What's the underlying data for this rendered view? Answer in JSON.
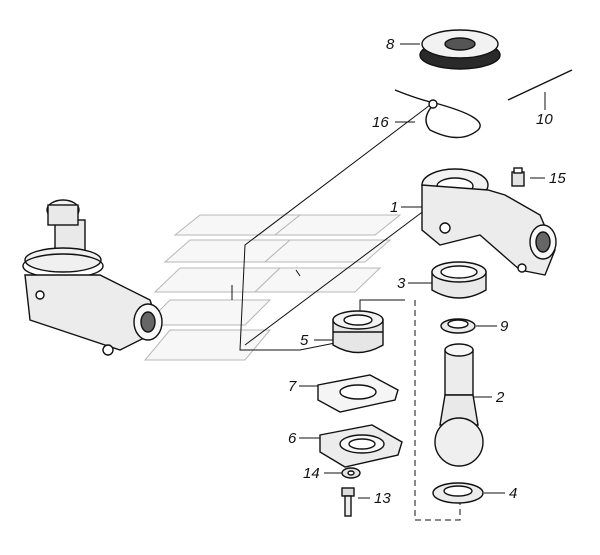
{
  "diagram": {
    "parts": [
      {
        "id": "1",
        "label": "1"
      },
      {
        "id": "2",
        "label": "2"
      },
      {
        "id": "3",
        "label": "3"
      },
      {
        "id": "4",
        "label": "4"
      },
      {
        "id": "5",
        "label": "5"
      },
      {
        "id": "6",
        "label": "6"
      },
      {
        "id": "7",
        "label": "7"
      },
      {
        "id": "8",
        "label": "8"
      },
      {
        "id": "9",
        "label": "9"
      },
      {
        "id": "10",
        "label": "10"
      },
      {
        "id": "13",
        "label": "13"
      },
      {
        "id": "14",
        "label": "14"
      },
      {
        "id": "15",
        "label": "15"
      },
      {
        "id": "16",
        "label": "16"
      }
    ]
  }
}
